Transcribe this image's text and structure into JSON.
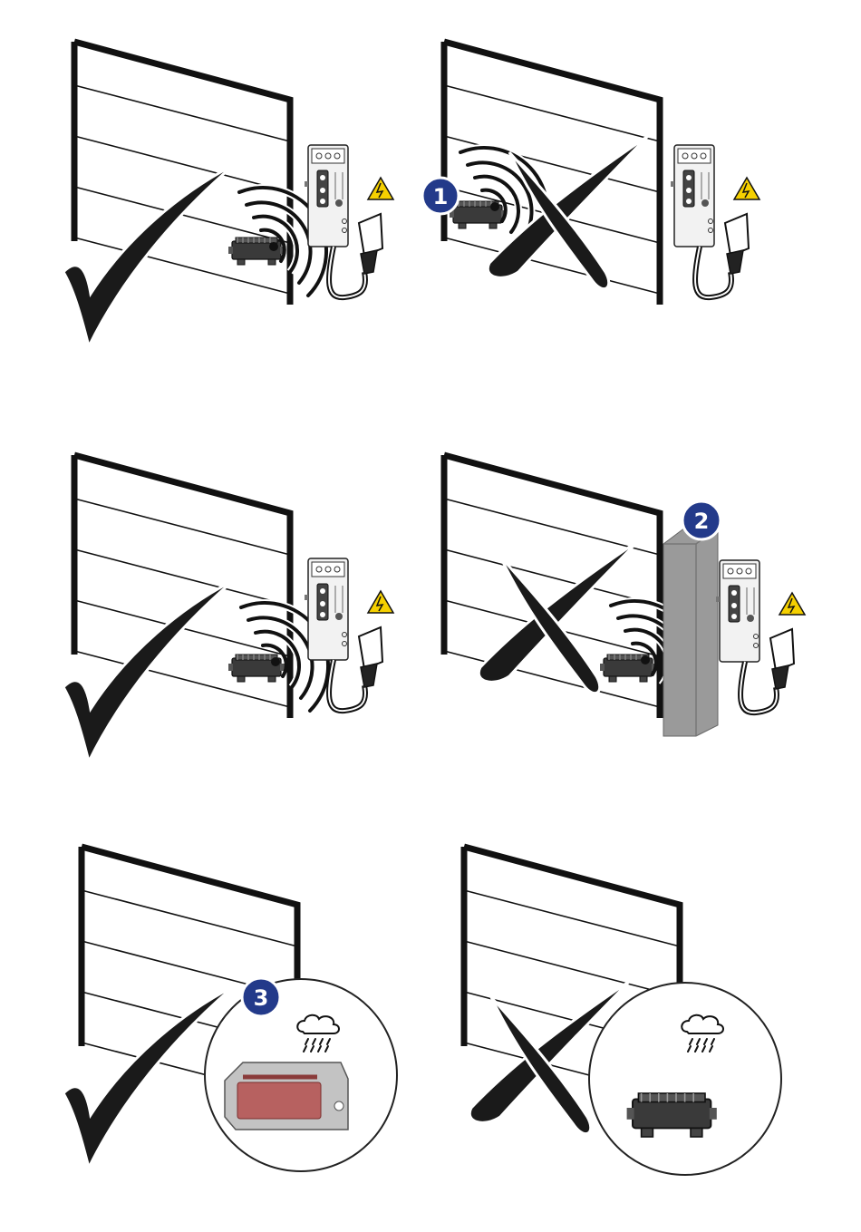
{
  "panels": [
    {
      "id": "panel-1",
      "left": {
        "verdict": "correct",
        "mark": "check-mark-icon"
      },
      "right": {
        "verdict": "incorrect",
        "mark": "cross-mark-icon",
        "badge": "1"
      }
    },
    {
      "id": "panel-2",
      "left": {
        "verdict": "correct",
        "mark": "check-mark-icon"
      },
      "right": {
        "verdict": "incorrect",
        "mark": "cross-mark-icon",
        "badge": "2",
        "obstacle": "pillar"
      }
    },
    {
      "id": "panel-3",
      "left": {
        "verdict": "correct",
        "mark": "check-mark-icon",
        "badge": "3",
        "weather_icon": "rain-cloud-icon",
        "enclosure": "protective-box"
      },
      "right": {
        "verdict": "incorrect",
        "mark": "cross-mark-icon",
        "weather_icon": "rain-cloud-icon",
        "enclosure": "none"
      }
    }
  ],
  "colors": {
    "badge_fill": "#233a8a",
    "badge_text": "#ffffff",
    "mark": "#1a1a1a",
    "pillar": "#9a9a9a",
    "warning": "#f5d000",
    "box_red": "#b5504f"
  }
}
